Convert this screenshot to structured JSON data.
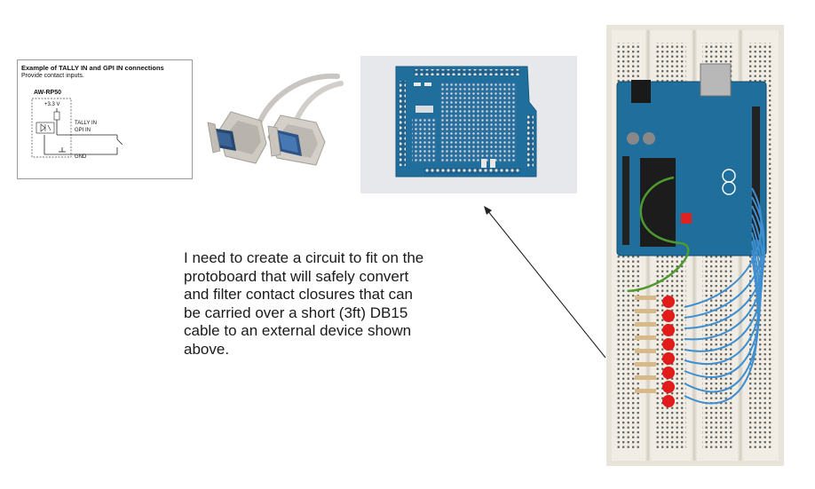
{
  "schematic": {
    "title": "Example of TALLY IN and GPI IN connections",
    "subtitle": "Provide contact inputs.",
    "device": "AW-RP50",
    "voltage": "+3.3 V",
    "tally_label": "TALLY IN",
    "gpi_label": "GPI IN",
    "gnd_label": "GND"
  },
  "description": {
    "lines": [
      "I need to create a circuit to fit on the",
      "protoboard that will safely convert",
      "and filter contact closures that can",
      "be carried over a short (3ft) DB15",
      "cable to an external device shown",
      "above."
    ]
  },
  "colors": {
    "board_blue": "#1f6e9c",
    "wire_blue": "#3f8fd0",
    "led_red": "#e11b1b",
    "breadboard": "#f1ede4"
  }
}
